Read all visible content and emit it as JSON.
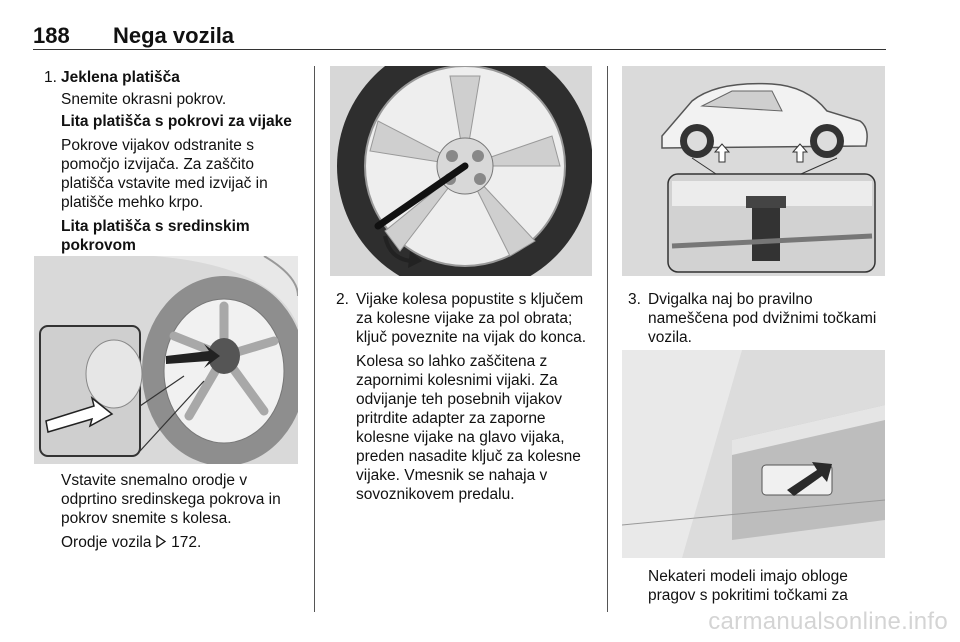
{
  "header": {
    "page_number": "188",
    "title": "Nega vozila"
  },
  "col1": {
    "step_num": "1.",
    "step_heading": "Jeklena platišča",
    "p1": "Snemite okrasni pokrov.",
    "sub1": "Lita platišča s pokrovi za vijake",
    "p2_lines": [
      "Pokrove vijakov odstranite s",
      "pomočjo izvijača. Za zaščito",
      "platišča vstavite med izvijač in",
      "platišče mehko krpo."
    ],
    "sub2_lines": [
      "Lita platišča s sredinskim",
      "pokrovom"
    ],
    "p3_lines": [
      "Vstavite snemalno orodje v",
      "odprtino sredinskega pokrova in",
      "pokrov snemite s kolesa."
    ],
    "p4_prefix": "Orodje vozila",
    "p4_ref_icon": "arrow-reference-icon",
    "p4_ref": "172."
  },
  "col2": {
    "step_num": "2.",
    "step_lines": [
      "Vijake kolesa popustite s ključem",
      "za kolesne vijake za pol obrata;",
      "ključ poveznite na vijak do konca."
    ],
    "p_lines": [
      "Kolesa so lahko zaščitena z",
      "zapornimi kolesnimi vijaki. Za",
      "odvijanje teh posebnih vijakov",
      "pritrdite adapter za zaporne",
      "kolesne vijake na glavo vijaka,",
      "preden nasadite ključ za kolesne",
      "vijake. Vmesnik se nahaja v",
      "sovoznikovem predalu."
    ]
  },
  "col3": {
    "step_num": "3.",
    "step_lines": [
      "Dvigalka naj bo pravilno",
      "nameščena pod dvižnimi točkami",
      "vozila."
    ],
    "p_lines": [
      "Nekateri modeli imajo obloge",
      "pragov s pokritimi točkami za"
    ]
  },
  "watermark": "carmanualsonline.info"
}
